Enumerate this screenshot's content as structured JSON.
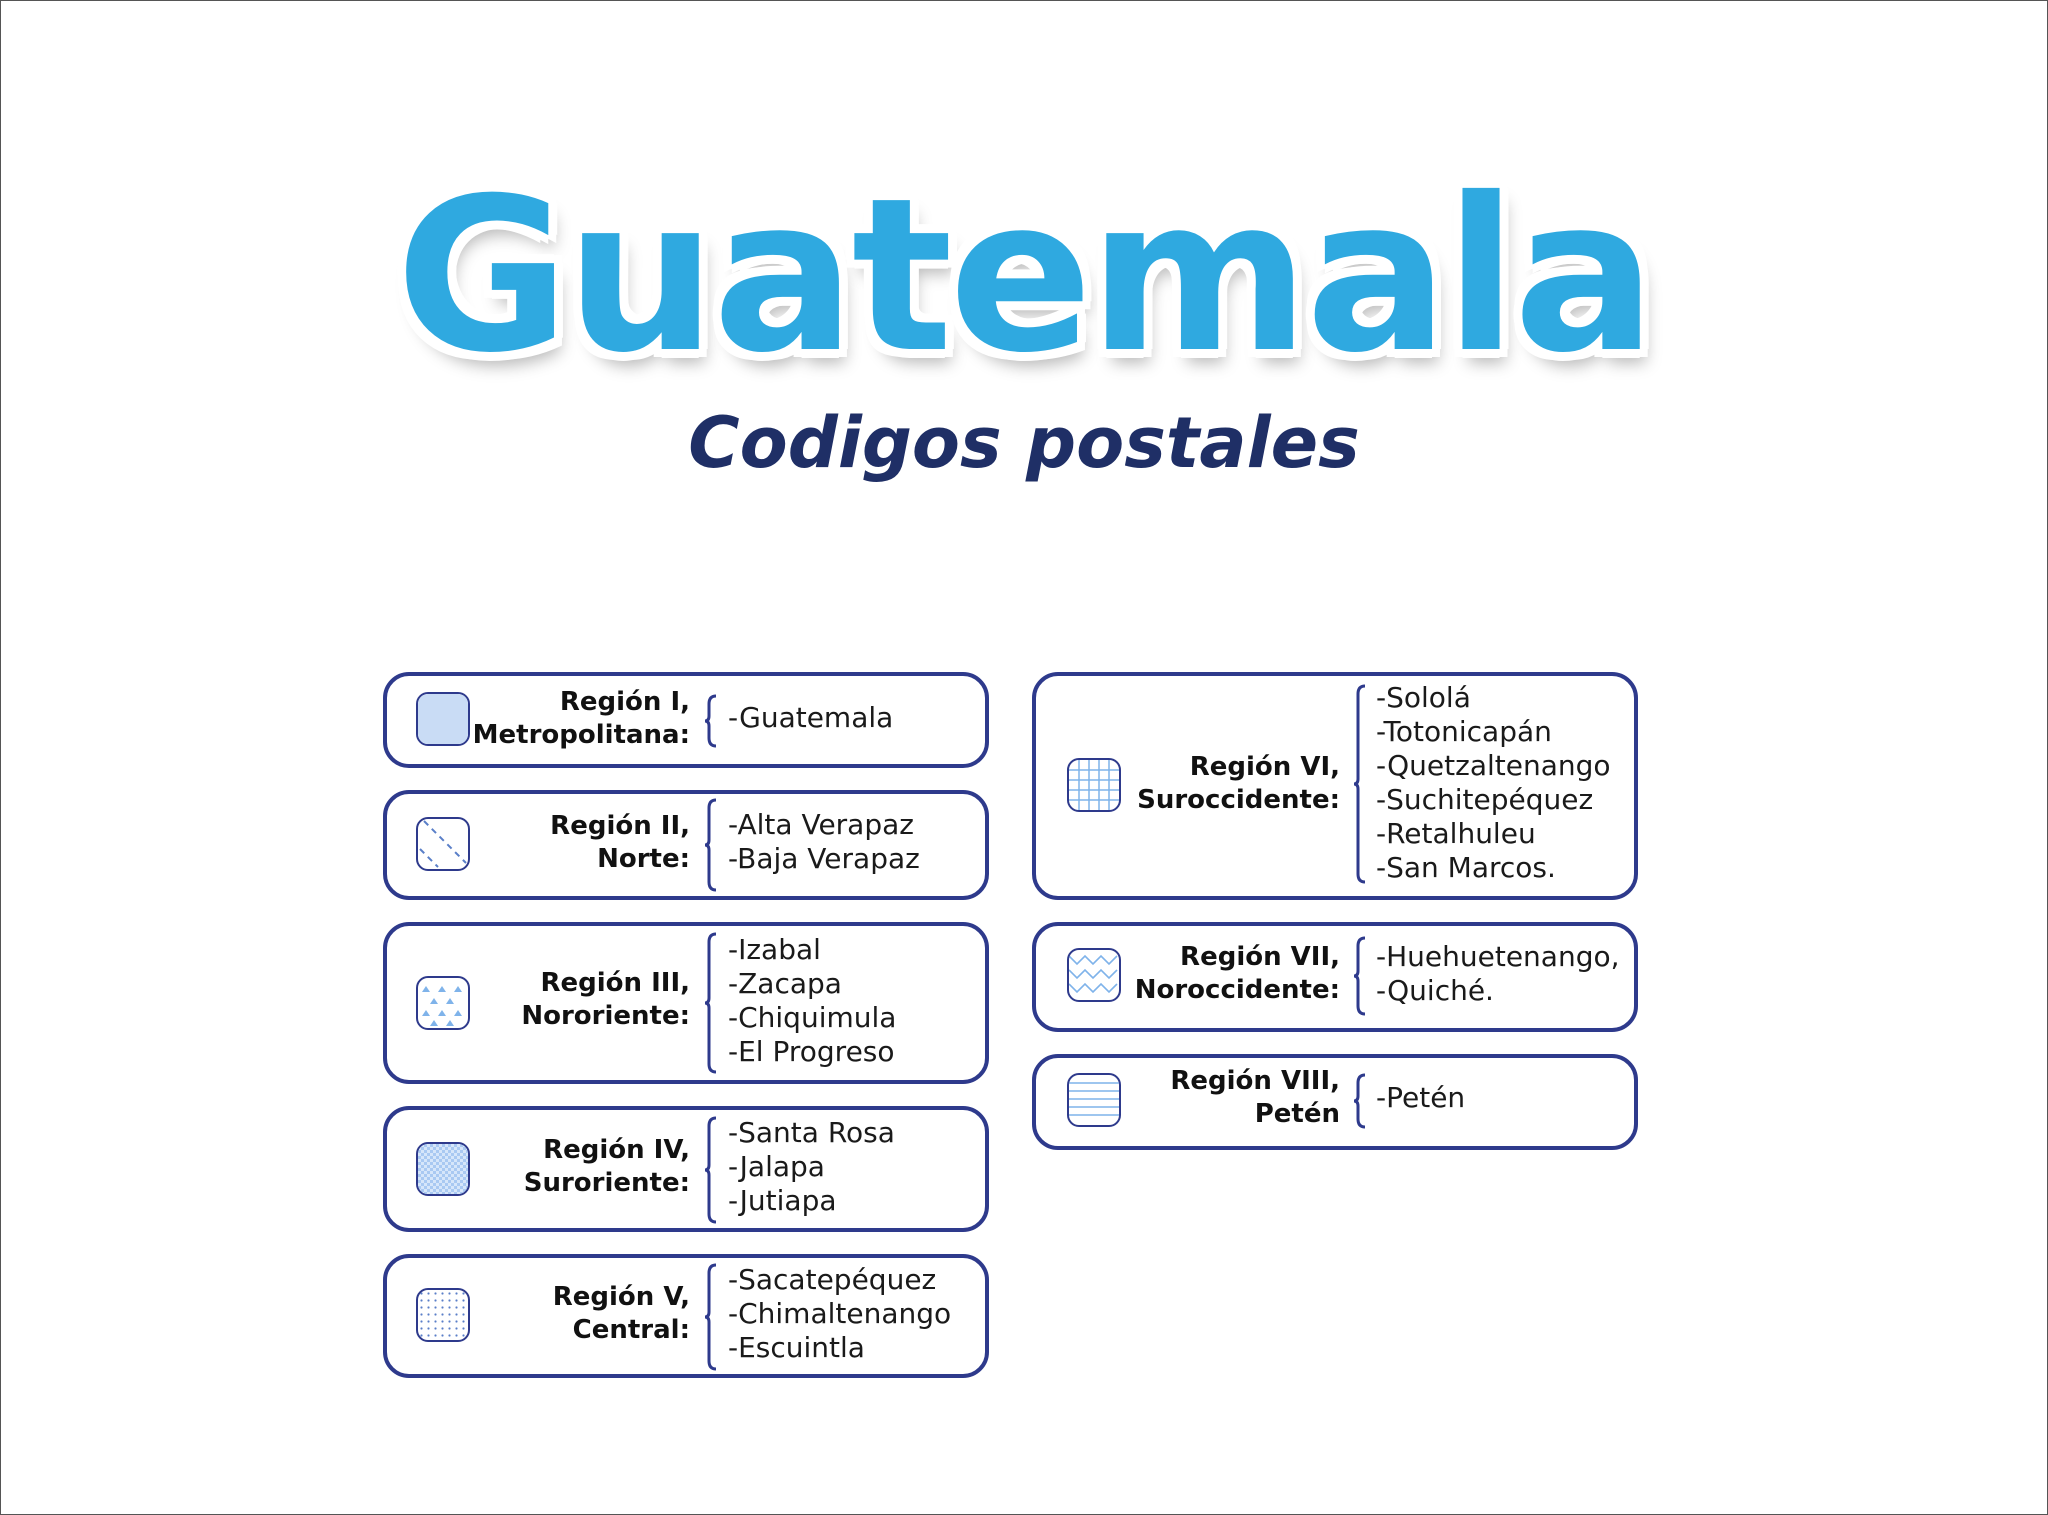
{
  "title": "Guatemala",
  "subtitle": "Codigos postales",
  "regions": [
    {
      "line1": "Región I,",
      "line2": "Metropolitana:",
      "pattern": "solid",
      "departments": [
        "-Guatemala"
      ]
    },
    {
      "line1": "Región II,",
      "line2": "Norte:",
      "pattern": "diagonal-dashed",
      "departments": [
        "-Alta Verapaz",
        "-Baja Verapaz"
      ]
    },
    {
      "line1": "Región III,",
      "line2": "Nororiente:",
      "pattern": "triangles",
      "departments": [
        "-Izabal",
        "-Zacapa",
        "-Chiquimula",
        "-El Progreso"
      ]
    },
    {
      "line1": "Región IV,",
      "line2": "Suroriente:",
      "pattern": "checker",
      "departments": [
        "-Santa Rosa",
        "-Jalapa",
        "-Jutiapa"
      ]
    },
    {
      "line1": "Región V,",
      "line2": "Central:",
      "pattern": "dots",
      "departments": [
        "-Sacatepéquez",
        "-Chimaltenango",
        "-Escuintla"
      ]
    },
    {
      "line1": "Región VI,",
      "line2": "Suroccidente:",
      "pattern": "grid",
      "departments": [
        "-Sololá",
        "-Totonicapán",
        "-Quetzaltenango",
        "-Suchitepéquez",
        "-Retalhuleu",
        "-San Marcos."
      ]
    },
    {
      "line1": "Región VII,",
      "line2": "Noroccidente:",
      "pattern": "zigzag",
      "departments": [
        "-Huehuetenango,",
        "-Quiché."
      ]
    },
    {
      "line1": "Región VIII,",
      "line2": "Petén",
      "pattern": "horizontal-lines",
      "departments": [
        "-Petén"
      ]
    }
  ],
  "colors": {
    "title": "#2fa9e0",
    "subtitle": "#1f2f66",
    "card_border": "#2e3a8c",
    "swatch_fill": "#c9dcf5",
    "pattern_stroke": "#7fb3ea"
  }
}
